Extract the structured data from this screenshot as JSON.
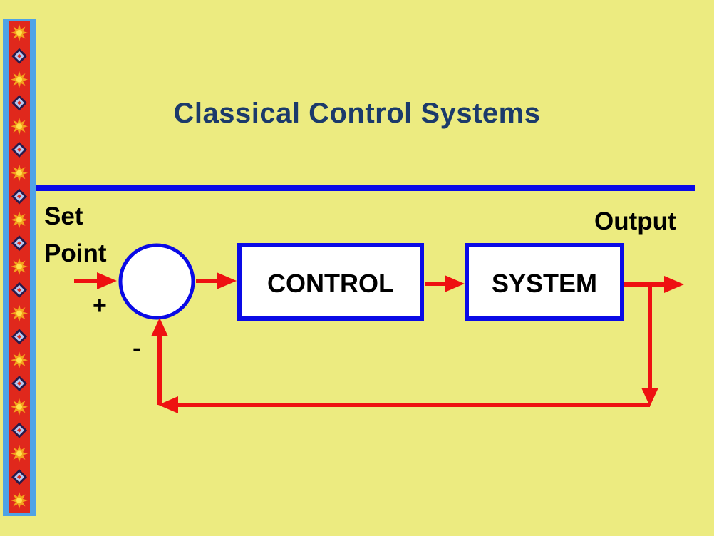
{
  "slide": {
    "title": "Classical Control Systems",
    "colors": {
      "background": "#ECEB80",
      "title": "#1B3A6B",
      "rule": "#0A0AE6",
      "arrow": "#EE1111",
      "block_border": "#0A0AE6",
      "strip_frame": "#4FA3E6",
      "strip_fill": "#E0281C"
    }
  },
  "diagram": {
    "setpoint_line1": "Set",
    "setpoint_line2": "Point",
    "output_label": "Output",
    "plus_sign": "+",
    "minus_sign": "-",
    "block_control": "CONTROL",
    "block_system": "SYSTEM",
    "summing_junction_icon": "circle"
  },
  "border": {
    "motif_icons": [
      "star-icon",
      "diamond-icon"
    ]
  }
}
